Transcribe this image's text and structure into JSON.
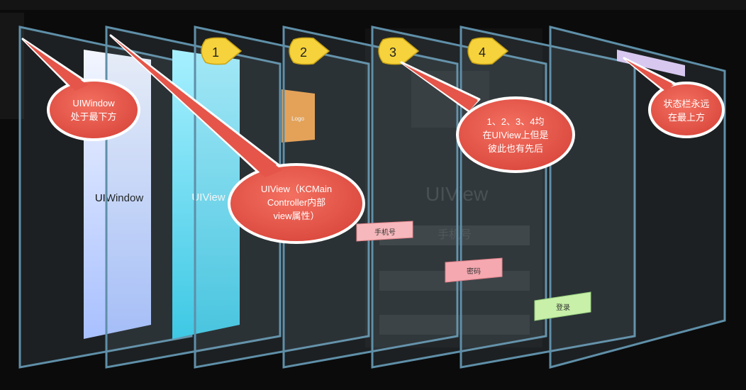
{
  "menubar": [
    "",
    "",
    "",
    "",
    "",
    "",
    "",
    "",
    "",
    ""
  ],
  "ghost": {
    "title": "UIView",
    "phone": "手机号"
  },
  "layers": {
    "uiwindow_label": "UIWindow",
    "uiview_label": "UIView",
    "logo_label": "Logo"
  },
  "badges": [
    "1",
    "2",
    "3",
    "4"
  ],
  "buttons": {
    "phone": "手机号",
    "password": "密码",
    "login": "登录"
  },
  "callouts": {
    "uiwindow": [
      "UIWindow",
      "处于最下方"
    ],
    "uiview": [
      "UIView（KCMain",
      "Controller内部",
      "view属性）"
    ],
    "order": [
      "1、2、3、4均",
      "在UIView上但是",
      "彼此也有先后"
    ],
    "statusbar": [
      "状态栏永远",
      "在最上方"
    ]
  },
  "colors": {
    "badge": "#f6d33c",
    "callout": "#e5554a",
    "uiwindow_fill": "#dde6ff",
    "uiview_fill": "#5fd8f0",
    "logo": "#f0a04a",
    "status_bar": "#d8c8f0",
    "phone_btn": "#f6b8bc",
    "password_btn": "#f5a8b0",
    "login_btn": "#c8f0a8"
  }
}
